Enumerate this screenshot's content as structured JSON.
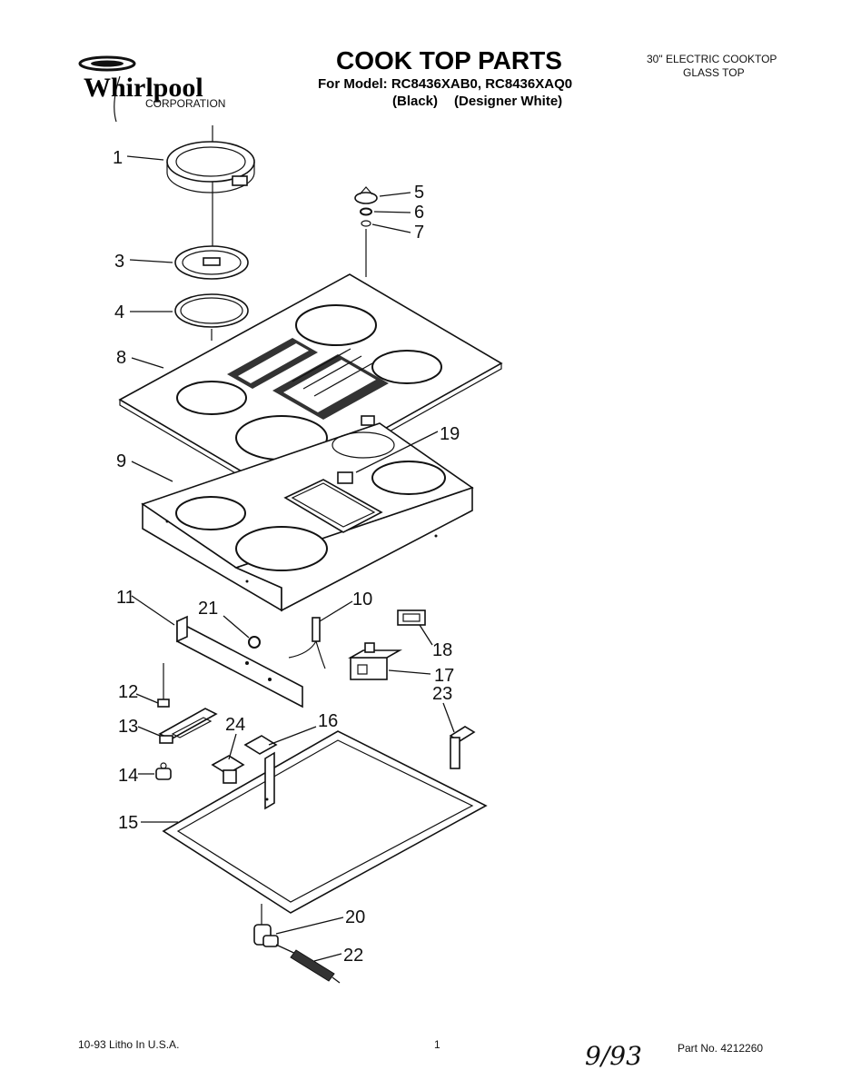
{
  "header": {
    "brand": "Whirlpool",
    "brand_sub": "CORPORATION",
    "title": "COOK TOP PARTS",
    "model_line": "For Model: RC8436XAB0, RC8436XAQ0",
    "color_black": "(Black)",
    "color_white": "(Designer White)",
    "product_line1": "30\" ELECTRIC COOKTOP",
    "product_line2": "GLASS TOP"
  },
  "callouts": [
    "1",
    "3",
    "4",
    "5",
    "6",
    "7",
    "8",
    "9",
    "10",
    "11",
    "12",
    "13",
    "14",
    "15",
    "16",
    "17",
    "18",
    "19",
    "20",
    "21",
    "22",
    "23",
    "24"
  ],
  "footer": {
    "print_info": "10-93 Litho In U.S.A.",
    "page_number": "1",
    "handwritten_date": "9/93",
    "part_number": "Part No. 4212260"
  }
}
